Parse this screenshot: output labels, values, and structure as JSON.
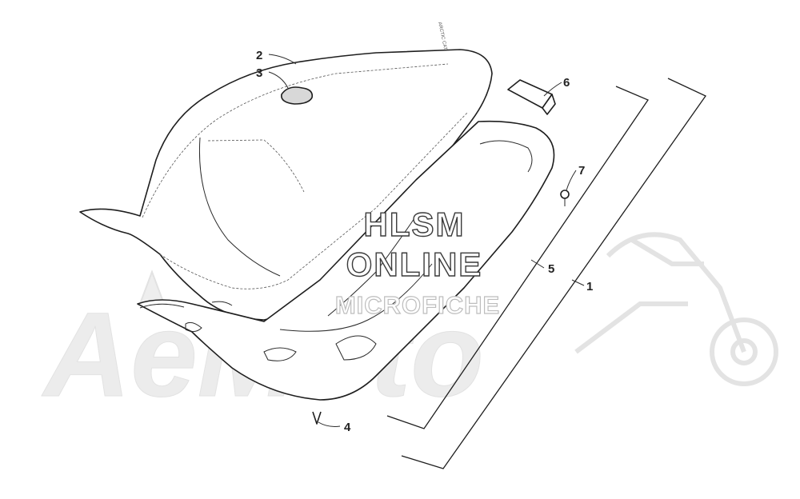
{
  "callouts": {
    "c1": "1",
    "c2": "2",
    "c3": "3",
    "c4": "4",
    "c5": "5",
    "c6": "6",
    "c7": "7"
  },
  "watermark": {
    "line1": "HLSM",
    "line2": "ONLINE",
    "line3": "MICROFICHE"
  },
  "background_logo": {
    "text": "AeMoto",
    "emblem": "motorcycle-silhouette"
  },
  "seat_decal": {
    "text": "ARCTIC CAT"
  }
}
